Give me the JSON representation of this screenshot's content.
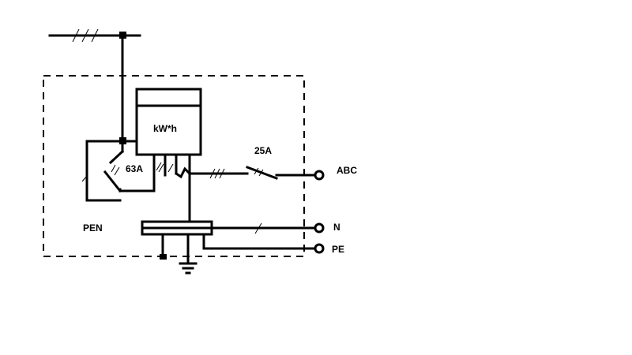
{
  "diagram": {
    "meter_label": "kW*h",
    "breaker_main_label": "63A",
    "breaker_out_label": "25A",
    "terminal_abc_label": "ABC",
    "terminal_n_label": "N",
    "terminal_pe_label": "PE",
    "pen_label": "PEN"
  },
  "colors": {
    "line": "#000000",
    "background": "#ffffff"
  }
}
